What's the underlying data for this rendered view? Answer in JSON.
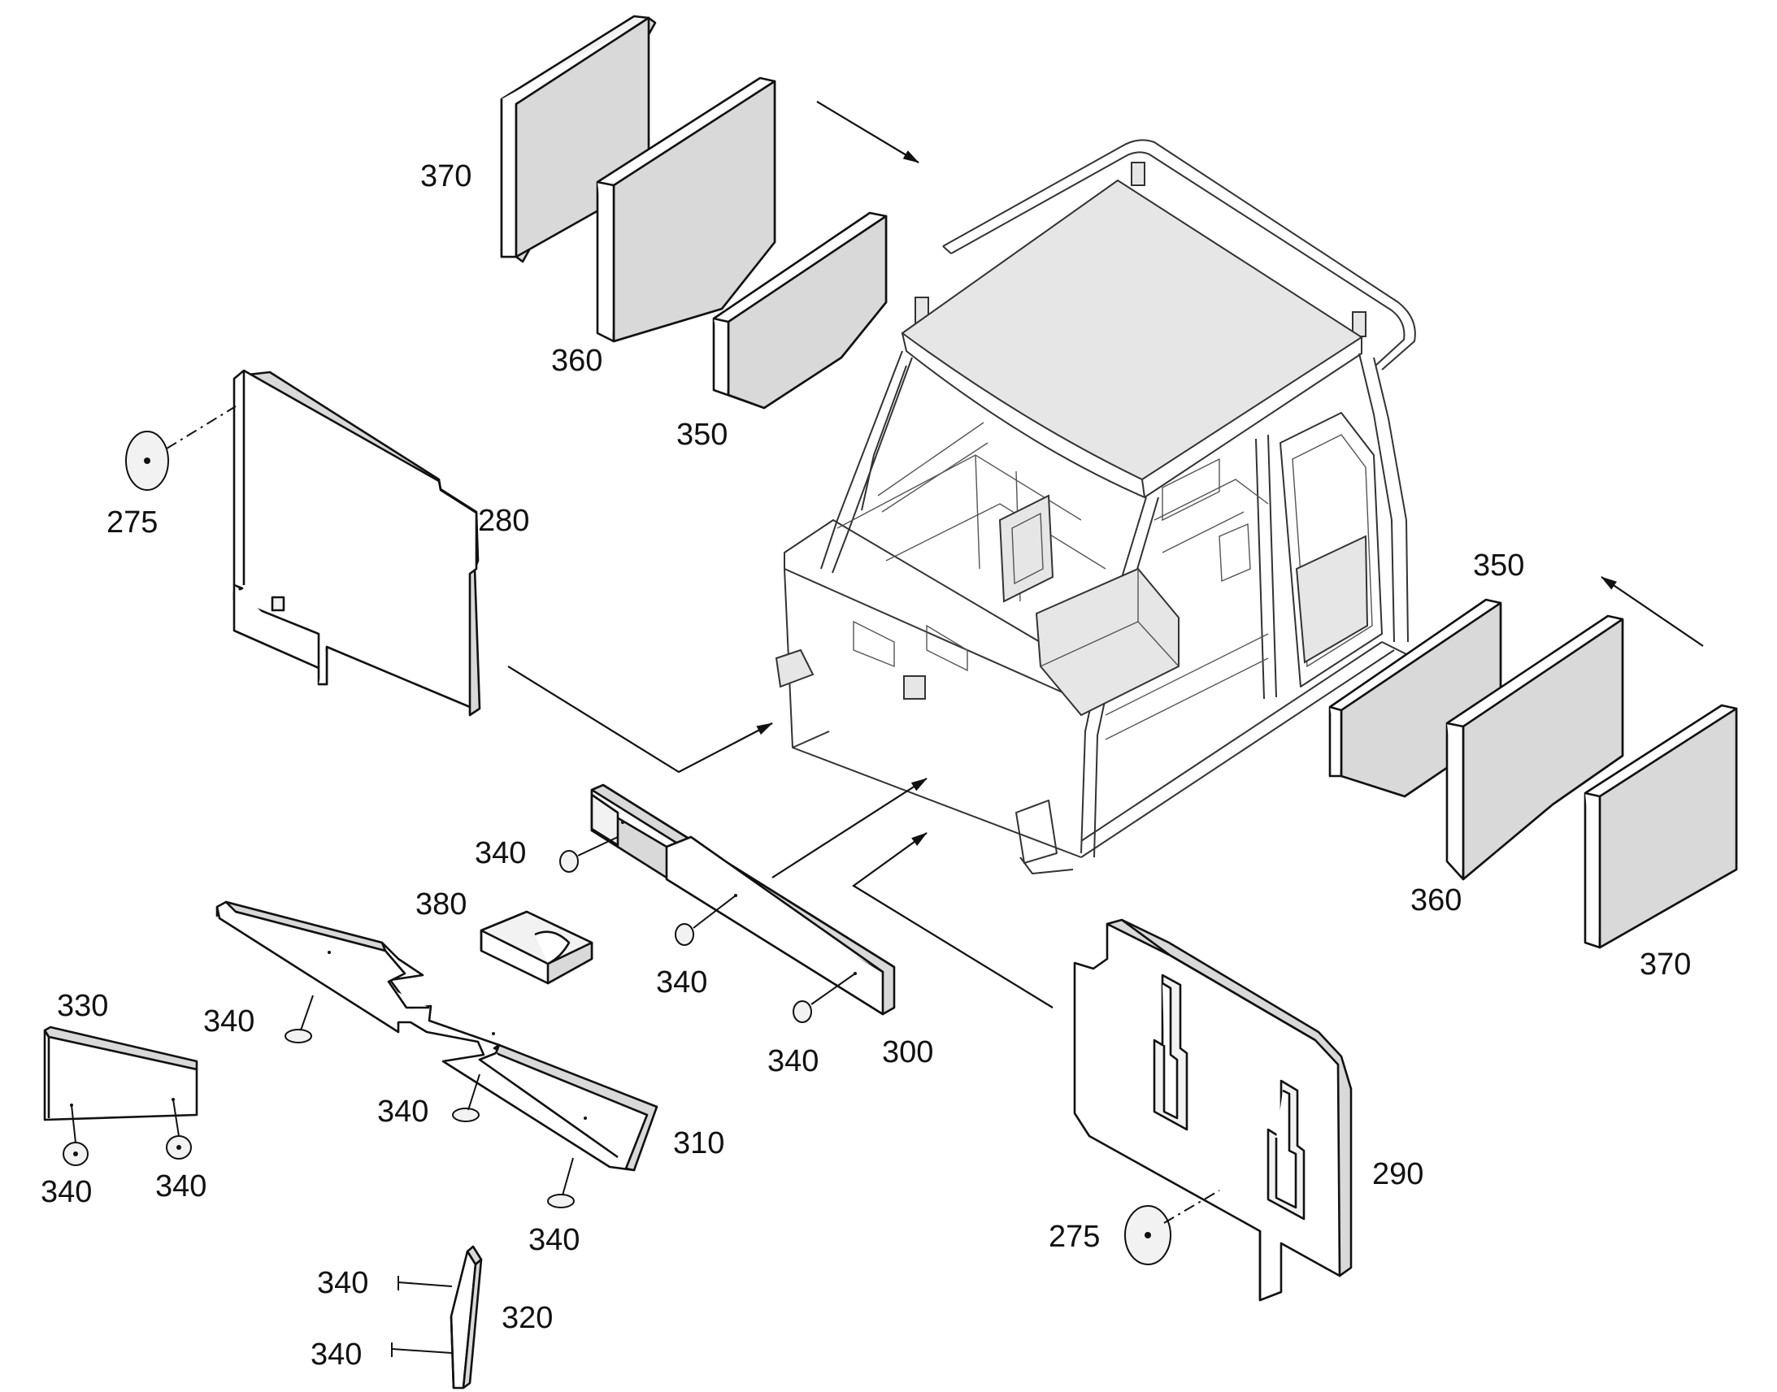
{
  "diagram": {
    "type": "exploded-parts-view",
    "callouts": [
      {
        "id": "c370a",
        "label": "370"
      },
      {
        "id": "c360a",
        "label": "360"
      },
      {
        "id": "c350a",
        "label": "350"
      },
      {
        "id": "c275a",
        "label": "275"
      },
      {
        "id": "c280",
        "label": "280"
      },
      {
        "id": "c350b",
        "label": "350"
      },
      {
        "id": "c360b",
        "label": "360"
      },
      {
        "id": "c370b",
        "label": "370"
      },
      {
        "id": "c340a",
        "label": "340"
      },
      {
        "id": "c380",
        "label": "380"
      },
      {
        "id": "c340b",
        "label": "340"
      },
      {
        "id": "c340c",
        "label": "340"
      },
      {
        "id": "c300",
        "label": "300"
      },
      {
        "id": "c330",
        "label": "330"
      },
      {
        "id": "c340d",
        "label": "340"
      },
      {
        "id": "c340e",
        "label": "340"
      },
      {
        "id": "c340f",
        "label": "340"
      },
      {
        "id": "c340g",
        "label": "340"
      },
      {
        "id": "c310",
        "label": "310"
      },
      {
        "id": "c340h",
        "label": "340"
      },
      {
        "id": "c340i",
        "label": "340"
      },
      {
        "id": "c320",
        "label": "320"
      },
      {
        "id": "c340j",
        "label": "340"
      },
      {
        "id": "c275b",
        "label": "275"
      },
      {
        "id": "c290",
        "label": "290"
      }
    ]
  }
}
